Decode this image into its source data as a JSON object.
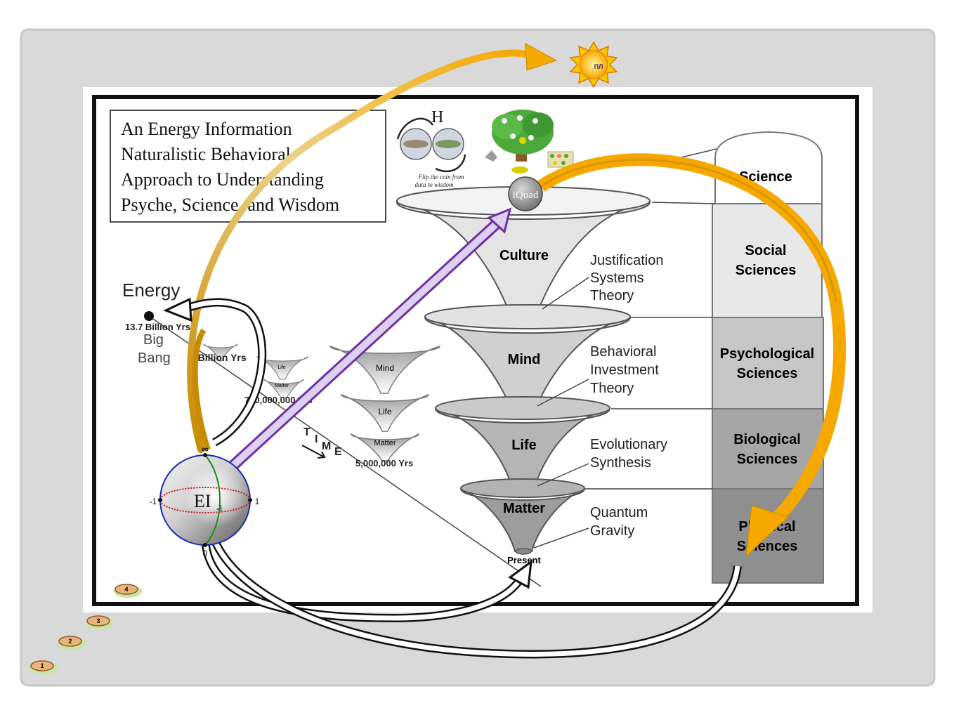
{
  "title_lines": [
    "An Energy Information",
    "Naturalistic Behavioral",
    "Approach to Understanding",
    "Psyche, Science, and Wisdom"
  ],
  "h_label": "H",
  "coin_caption_lines": [
    "Flip the coin from",
    "data to wisdom"
  ],
  "iquad_label": "iQuad",
  "sun_label": "ПЛ",
  "funnels": [
    {
      "label": "Culture",
      "theory_lines": [
        "Justification",
        "Systems",
        "Theory"
      ]
    },
    {
      "label": "Mind",
      "theory_lines": [
        "Behavioral",
        "Investment",
        "Theory"
      ]
    },
    {
      "label": "Life",
      "theory_lines": [
        "Evolutionary",
        "Synthesis"
      ]
    },
    {
      "label": "Matter",
      "theory_lines": [
        "Quantum",
        "Gravity"
      ]
    }
  ],
  "present_label": "Present",
  "science_tiers": [
    {
      "lines": [
        "Science"
      ]
    },
    {
      "lines": [
        "Social",
        "Sciences"
      ]
    },
    {
      "lines": [
        "Psychological",
        "Sciences"
      ]
    },
    {
      "lines": [
        "Biological",
        "Sciences"
      ]
    },
    {
      "lines": [
        "Physical",
        "Sciences"
      ]
    }
  ],
  "timeline": {
    "energy": "Energy",
    "big_bang_time": "13.7 Billion Yrs",
    "big_bang_lines": [
      "Big",
      "Bang"
    ],
    "t4": "4 Billion Yrs",
    "t700": "700,000,000 Yrs",
    "t5": "5,000,000 Yrs",
    "time_letters": [
      "T",
      "I",
      "M",
      "E"
    ],
    "small_labels": [
      "Life",
      "Matter"
    ],
    "mid_labels": [
      "Mind",
      "Life",
      "Matter"
    ]
  },
  "sphere": {
    "label": "EI",
    "subscript": "-i",
    "top": "∞",
    "left": "-1",
    "right": "1",
    "bottom": "0"
  },
  "coins": [
    "1",
    "2",
    "3",
    "4"
  ],
  "colors": {
    "frame_gray": "#d9d9d9",
    "gold": "#f5a800",
    "purple": "#7030a0",
    "lavender": "#ddd0f0",
    "tier_light": "#e8e8e8",
    "tier_mid": "#c6c6c6",
    "tier_dark": "#a6a6a6"
  }
}
